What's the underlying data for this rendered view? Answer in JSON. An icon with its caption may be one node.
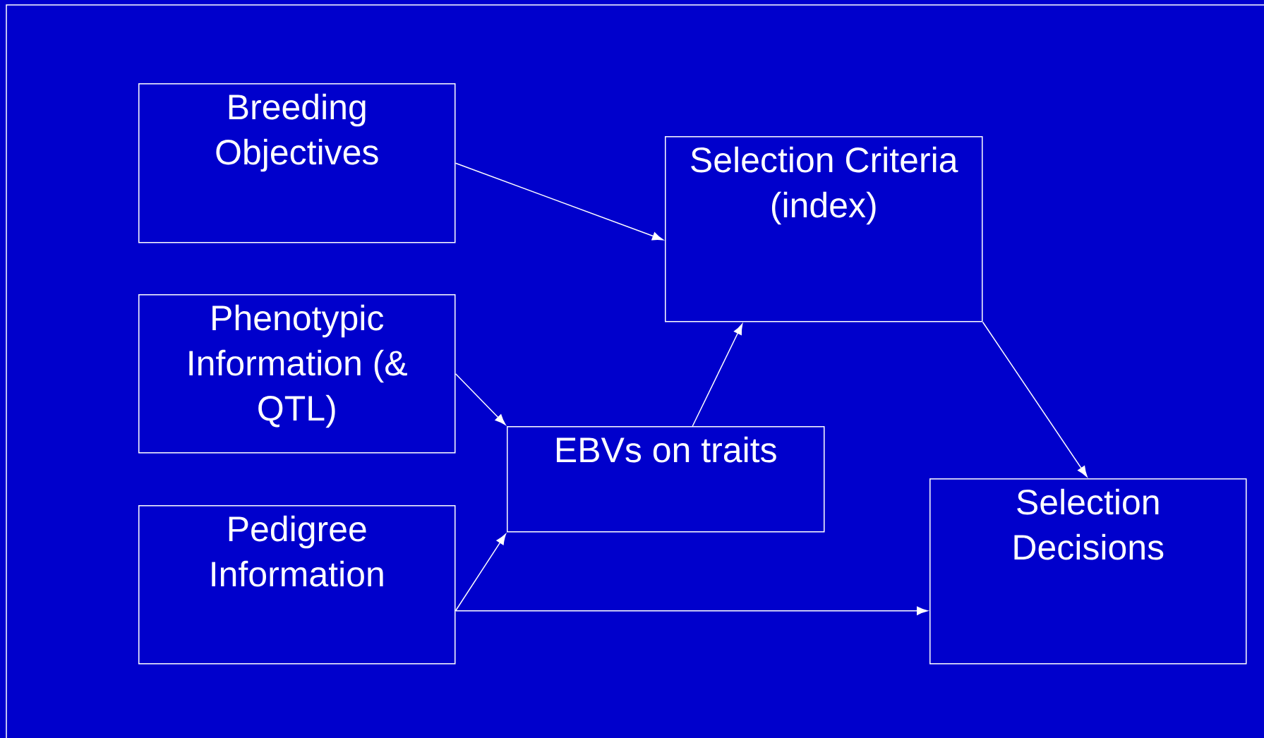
{
  "diagram": {
    "nodes": [
      {
        "text": [
          "Breeding Objectives"
        ]
      },
      {
        "text": [
          "Phenotypic Information (& QTL)"
        ]
      },
      {
        "text": [
          "Pedigree Information"
        ]
      },
      {
        "text": [
          "Selection Criteria (index)"
        ]
      },
      {
        "text": [
          "EBVs on traits"
        ]
      },
      {
        "text": [
          "Selection Decisions"
        ]
      }
    ],
    "edges": [
      {
        "from": 0,
        "to": 3,
        "arrow": "to"
      },
      {
        "from": 1,
        "to": 4,
        "arrow": "to"
      },
      {
        "from": 2,
        "to": 4,
        "arrow": "to"
      },
      {
        "from": 4,
        "to": 3,
        "arrow": "to"
      },
      {
        "from": 3,
        "to": 5,
        "arrow": "to"
      },
      {
        "from": 2,
        "to": 5,
        "arrow": "to"
      }
    ]
  }
}
